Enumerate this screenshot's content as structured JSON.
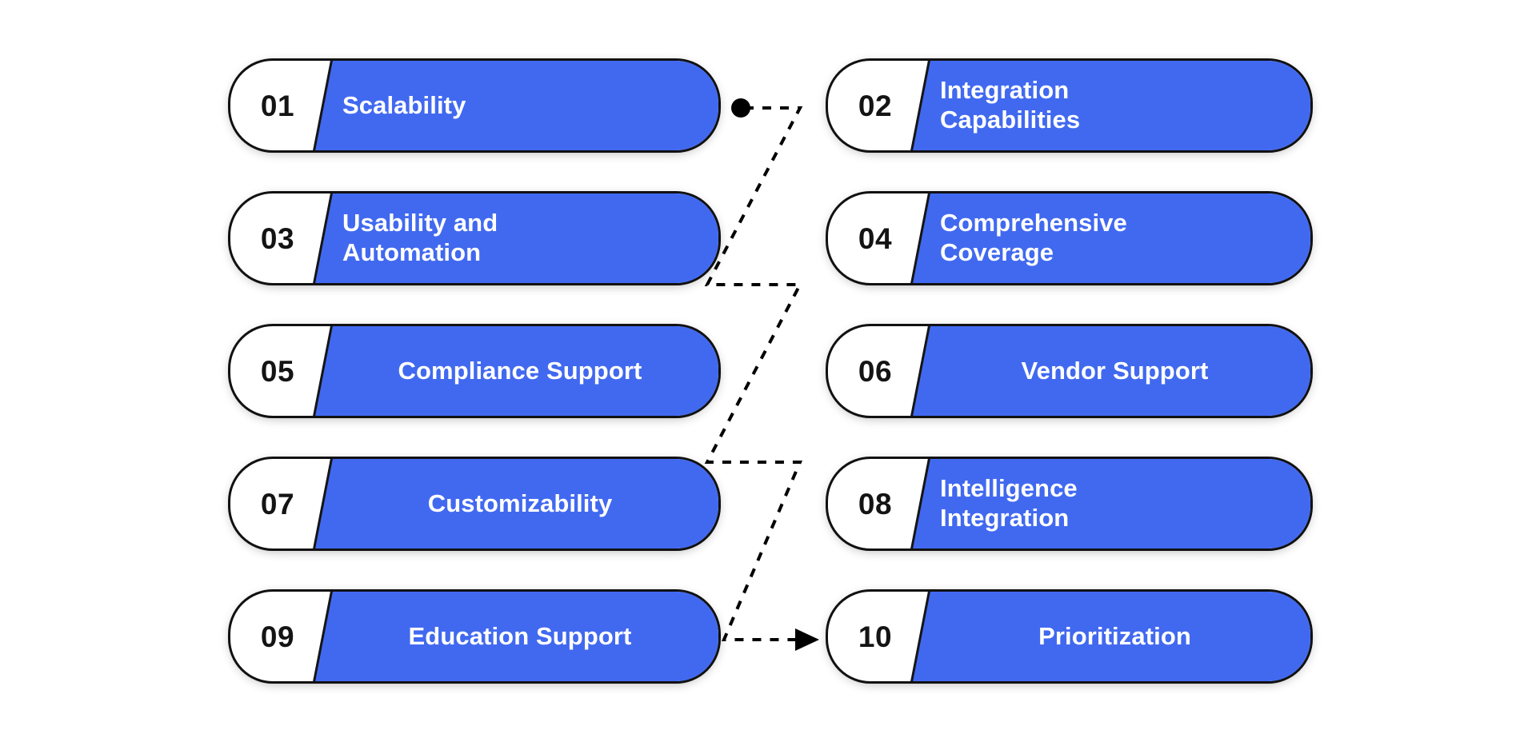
{
  "diagram": {
    "type": "numbered-pill-list",
    "title_visible": false,
    "background_color": "#ffffff",
    "accent_color": "#4169f0",
    "outline_color": "#111111",
    "number_text_color": "#141414",
    "label_text_color": "#ffffff",
    "columns": 2,
    "rows": 5,
    "items": [
      {
        "number": "01",
        "label": "Scalability",
        "column": "left",
        "row": 1,
        "lines": 1,
        "align": "left"
      },
      {
        "number": "02",
        "label": "Integration Capabilities",
        "column": "right",
        "row": 1,
        "lines": 2,
        "align": "left"
      },
      {
        "number": "03",
        "label": "Usability and Automation",
        "column": "left",
        "row": 2,
        "lines": 2,
        "align": "left"
      },
      {
        "number": "04",
        "label": "Comprehensive Coverage",
        "column": "right",
        "row": 2,
        "lines": 2,
        "align": "left"
      },
      {
        "number": "05",
        "label": "Compliance Support",
        "column": "left",
        "row": 3,
        "lines": 1,
        "align": "center"
      },
      {
        "number": "06",
        "label": "Vendor Support",
        "column": "right",
        "row": 3,
        "lines": 1,
        "align": "center"
      },
      {
        "number": "07",
        "label": "Customizability",
        "column": "left",
        "row": 4,
        "lines": 1,
        "align": "center"
      },
      {
        "number": "08",
        "label": "Intelligence Integration",
        "column": "right",
        "row": 4,
        "lines": 2,
        "align": "left"
      },
      {
        "number": "09",
        "label": "Education Support",
        "column": "left",
        "row": 5,
        "lines": 1,
        "align": "center"
      },
      {
        "number": "10",
        "label": "Prioritization",
        "column": "right",
        "row": 5,
        "lines": 1,
        "align": "center"
      }
    ],
    "connector": {
      "style": "dashed",
      "color": "#000000",
      "start_marker": "dot",
      "end_marker": "arrow",
      "description": "zigzag dashed path from item 01 down to item 10"
    }
  }
}
